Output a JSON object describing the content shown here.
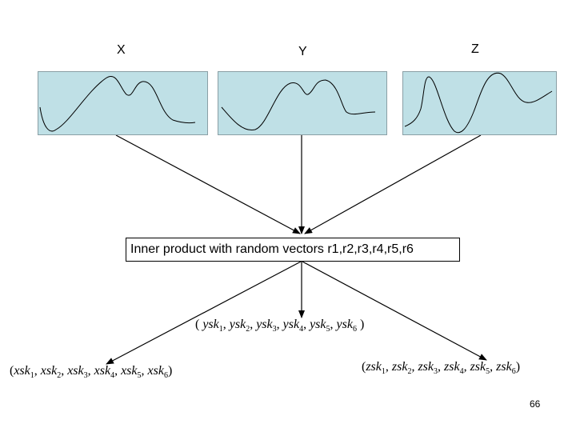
{
  "labels": {
    "x": "X",
    "y": "Y",
    "z": "Z"
  },
  "inner_product_text": "Inner product with random vectors r1,r2,r3,r4,r5,r6",
  "sketches": {
    "x": {
      "prefix": "xsk"
    },
    "y": {
      "prefix": "ysk"
    },
    "z": {
      "prefix": "zsk"
    }
  },
  "subscripts": [
    "1",
    "2",
    "3",
    "4",
    "5",
    "6"
  ],
  "page_number": "66",
  "colors": {
    "box_fill": "#bfe0e6",
    "box_border": "#8a9fa5",
    "line": "#000000"
  }
}
